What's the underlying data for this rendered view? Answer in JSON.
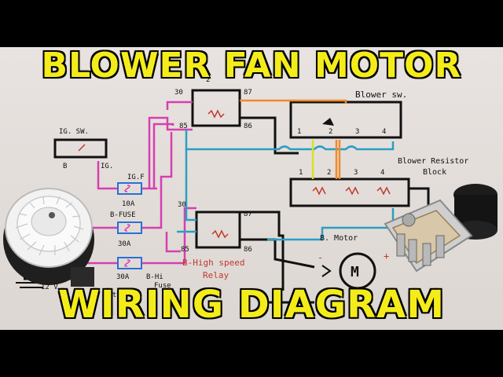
{
  "title_top": "BLOWER FAN MOTOR",
  "title_bottom": "WIRING DIAGRAM",
  "labels": {
    "ig_sw": "IG. SW.",
    "b_term": "B",
    "ig_term": "IG.",
    "fuse_igf": "IG.F",
    "fuse_igf_amp": "10A",
    "fuse_b": "B-FUSE",
    "fuse_b_amp": "30A",
    "fuse_bhi_amp": "30A",
    "fuse_bhi": "B-Hi",
    "fuse_word": "Fuse",
    "battery": "12 V",
    "batt_word": "Batt",
    "relay_top_num": "2",
    "relay_pin_30": "30",
    "relay_pin_87": "87",
    "relay_pin_85": "85",
    "relay_pin_86": "86",
    "blower_sw": "Blower sw.",
    "sw_pos_1": "1",
    "sw_pos_2": "2",
    "sw_pos_3": "3",
    "sw_pos_4": "4",
    "resistor_block": "Blower Resistor",
    "resistor_block2": "Block",
    "res_pin_1": "1",
    "res_pin_2": "2",
    "res_pin_3": "3",
    "res_pin_4": "4",
    "motor_label": "B. Motor",
    "motor_symbol": "M",
    "plus": "+",
    "minus": "-",
    "high_relay": "B-High speed",
    "high_relay2": "Relay"
  },
  "colors": {
    "banner_text": "#f4ec1a",
    "wire_black": "#111111",
    "wire_pink": "#d63fb0",
    "wire_blue": "#2a9fc4",
    "wire_orange": "#f08a2a",
    "wire_yellow": "#d9e020",
    "ink_red": "#c0392b",
    "ink_blue": "#2a6fd6"
  }
}
